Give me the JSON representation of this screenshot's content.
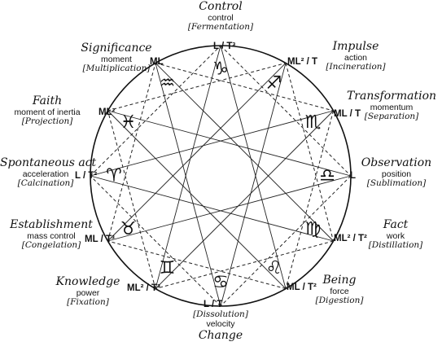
{
  "signs": [
    {
      "key": "control",
      "title": "Control",
      "subtitle": "control",
      "process": "[Fermentation]",
      "dimension": "L / T³",
      "glyph": "♑"
    },
    {
      "key": "impulse",
      "title": "Impulse",
      "subtitle": "action",
      "process": "[Incineration]",
      "dimension": "ML² / T",
      "glyph": "♐"
    },
    {
      "key": "transformation",
      "title": "Transformation",
      "subtitle": "momentum",
      "process": "[Separation]",
      "dimension": "ML / T",
      "glyph": "♏"
    },
    {
      "key": "observation",
      "title": "Observation",
      "subtitle": "position",
      "process": "[Sublimation]",
      "dimension": "L",
      "glyph": "♎"
    },
    {
      "key": "fact",
      "title": "Fact",
      "subtitle": "work",
      "process": "[Distillation]",
      "dimension": "ML² / T²",
      "glyph": "♍"
    },
    {
      "key": "being",
      "title": "Being",
      "subtitle": "force",
      "process": "[Digestion]",
      "dimension": "ML / T²",
      "glyph": "♌"
    },
    {
      "key": "change",
      "title": "Change",
      "subtitle": "velocity",
      "process": "[Dissolution]",
      "dimension": "L / T",
      "glyph": "♋"
    },
    {
      "key": "knowledge",
      "title": "Knowledge",
      "subtitle": "power",
      "process": "[Fixation]",
      "dimension": "ML² / T³",
      "glyph": "♊"
    },
    {
      "key": "establishment",
      "title": "Establishment",
      "subtitle": "mass control",
      "process": "[Congelation]",
      "dimension": "ML / T³",
      "glyph": "♉"
    },
    {
      "key": "spontaneous",
      "title": "Spontaneous act",
      "subtitle": "acceleration",
      "process": "[Calcination]",
      "dimension": "L / T²",
      "glyph": "♈"
    },
    {
      "key": "faith",
      "title": "Faith",
      "subtitle": "moment of inertia",
      "process": "[Projection]",
      "dimension": "ML²",
      "glyph": "♓"
    },
    {
      "key": "significance",
      "title": "Significance",
      "subtitle": "moment",
      "process": "[Multiplication]",
      "dimension": "ML",
      "glyph": "♒"
    }
  ]
}
